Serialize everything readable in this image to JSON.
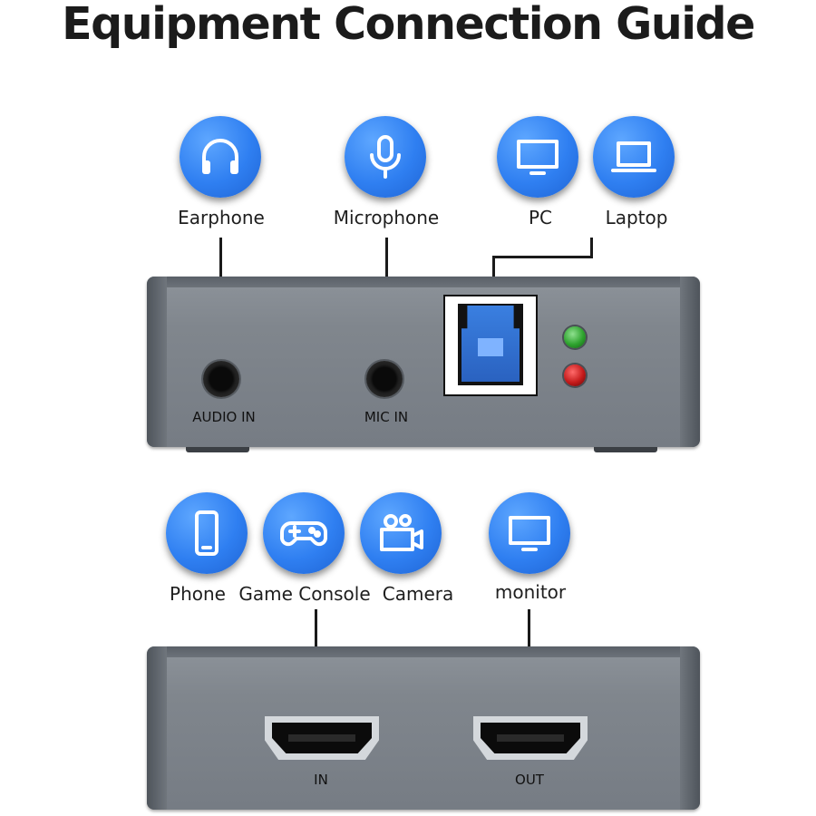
{
  "title": "Equipment Connection Guide",
  "top_devices": [
    {
      "label": "Earphone",
      "icon": "headphones-icon"
    },
    {
      "label": "Microphone",
      "icon": "microphone-icon"
    },
    {
      "label": "PC",
      "icon": "monitor-icon"
    },
    {
      "label": "Laptop",
      "icon": "laptop-icon"
    }
  ],
  "top_ports": {
    "audio": "AUDIO IN",
    "mic": "MIC IN"
  },
  "bottom_devices": [
    {
      "label": "Phone",
      "icon": "smartphone-icon"
    },
    {
      "label": "Game Console",
      "icon": "gamepad-icon"
    },
    {
      "label": "Camera",
      "icon": "video-camera-icon"
    },
    {
      "label": "monitor",
      "icon": "monitor-icon"
    }
  ],
  "bottom_ports": {
    "in": "IN",
    "out": "OUT"
  },
  "colors": {
    "icon_blue": "#2f7ff1",
    "device_gray": "#80868d",
    "usb_blue": "#2f6fd0",
    "led_green": "#2ea32e",
    "led_red": "#c41a1a"
  }
}
